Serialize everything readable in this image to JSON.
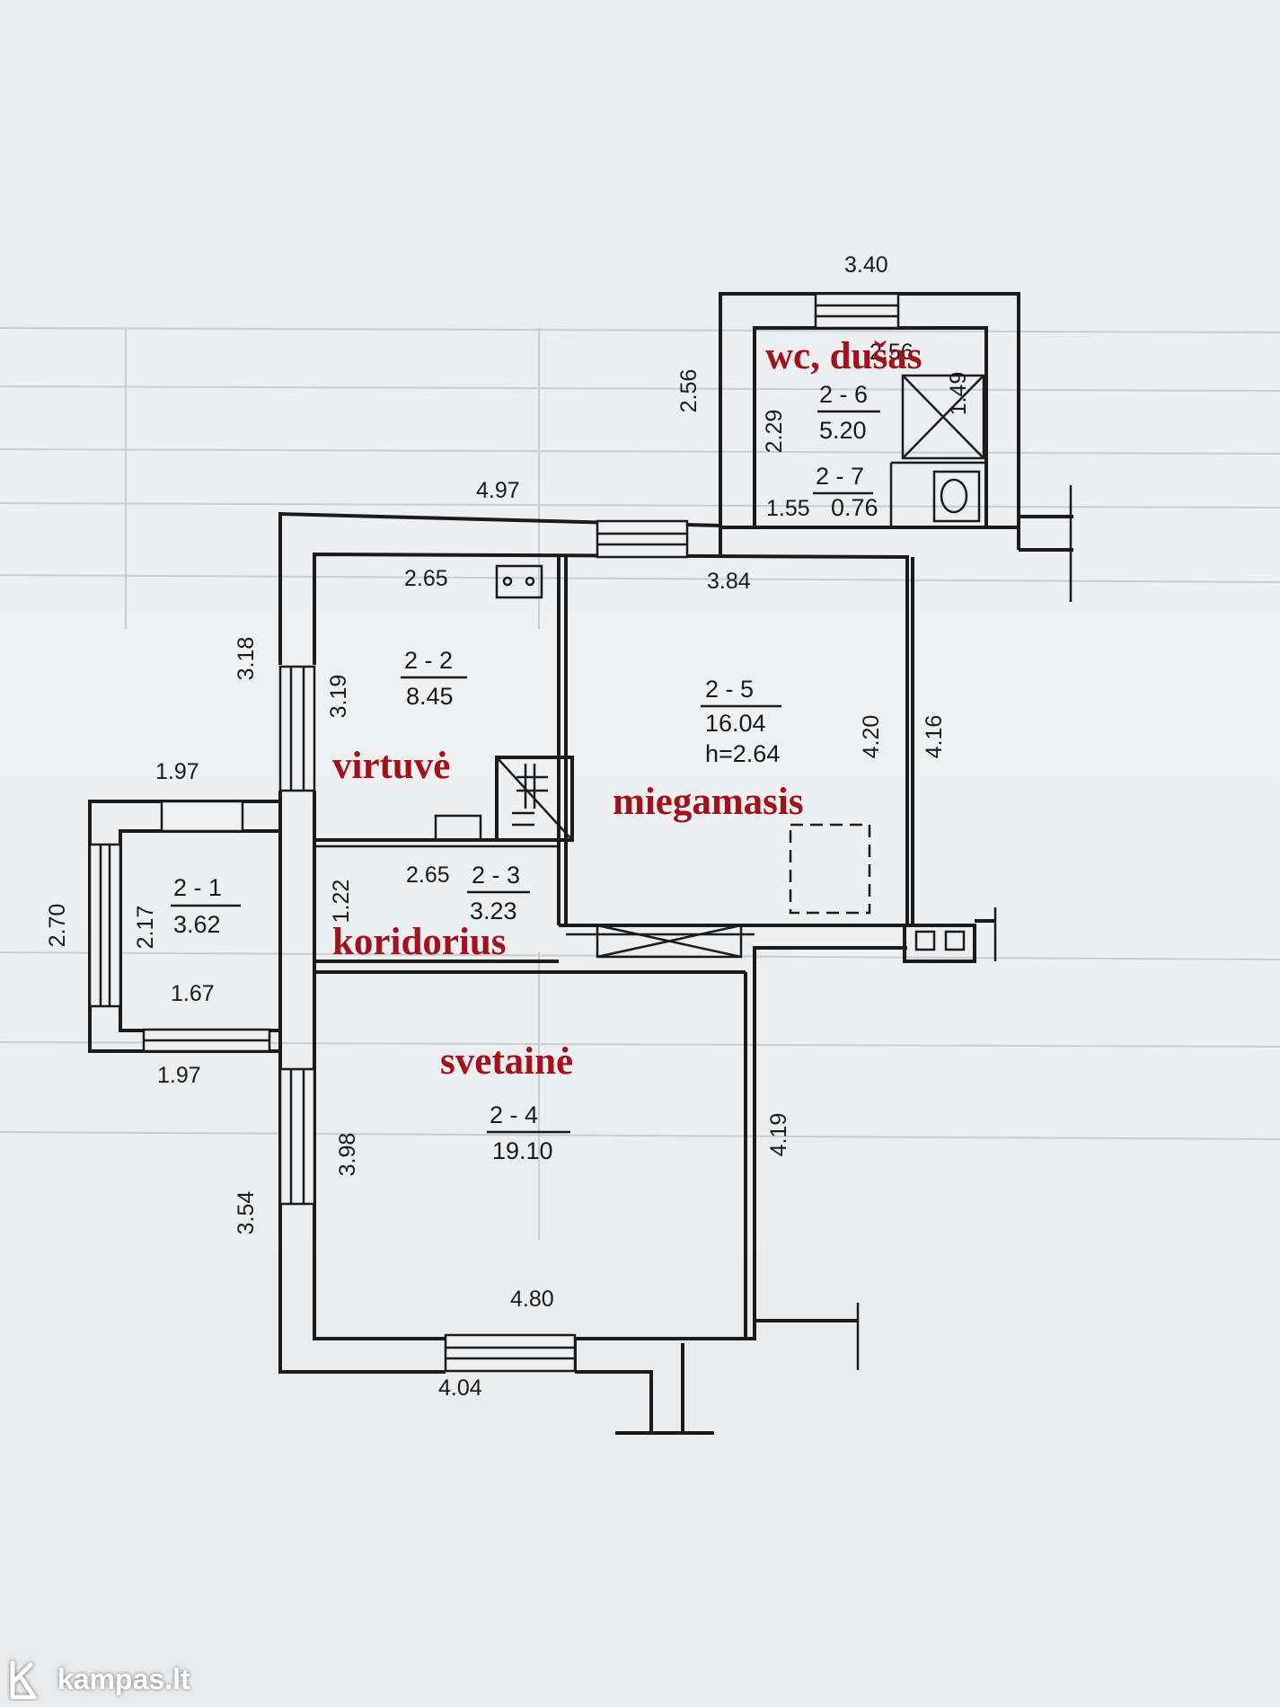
{
  "dimensions": {
    "top_340": "3.40",
    "wc_256": "2.56",
    "wc_229": "2.29",
    "shower_149": "1.49",
    "wc_155": "1.55",
    "top_497": "4.97",
    "kitchen_265": "2.65",
    "bed_384": "3.84",
    "left_318": "3.18",
    "kitchen_319": "3.19",
    "bed_420": "4.20",
    "outer_416": "4.16",
    "bal_197_top": "1.97",
    "bal_270": "2.70",
    "bal_217": "2.17",
    "bal_167": "1.67",
    "bal_197_bottom": "1.97",
    "corr_265": "2.65",
    "corr_122": "1.22",
    "living_398": "3.98",
    "living_419": "4.19",
    "left_354": "3.54",
    "living_480": "4.80",
    "bottom_404": "4.04"
  },
  "rooms": {
    "r21": {
      "id": "2 - 1",
      "area": "3.62"
    },
    "r22": {
      "id": "2 - 2",
      "area": "8.45"
    },
    "r23": {
      "id": "2 - 3",
      "area": "3.23"
    },
    "r24": {
      "id": "2 - 4",
      "area": "19.10"
    },
    "r25": {
      "id": "2 - 5",
      "area": "16.04",
      "height": "h=2.64"
    },
    "r26": {
      "id": "2 - 6",
      "area": "5.20"
    },
    "r27": {
      "id": "2 - 7",
      "area": "0.76"
    }
  },
  "labels": {
    "wc": "wc, dušas",
    "kitchen": "virtuvė",
    "bedroom": "miegamasis",
    "corridor": "koridorius",
    "living": "svetainė"
  },
  "watermark": {
    "brand": "kampas.lt",
    "icon": "kampas-logo-icon"
  },
  "colors": {
    "label": "#a3111c",
    "line": "#1b1b1b"
  }
}
